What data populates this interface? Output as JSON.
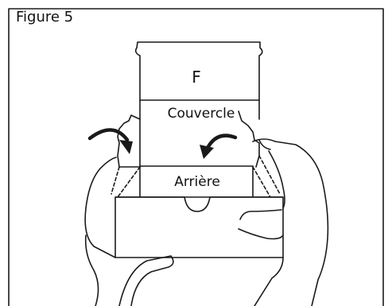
{
  "figure": {
    "title": "Figure 5",
    "labels": {
      "top_panel": "F",
      "lid": "Couvercle",
      "back": "Arrière"
    }
  },
  "colors": {
    "stroke": "#1a1a1a",
    "background": "#ffffff"
  }
}
